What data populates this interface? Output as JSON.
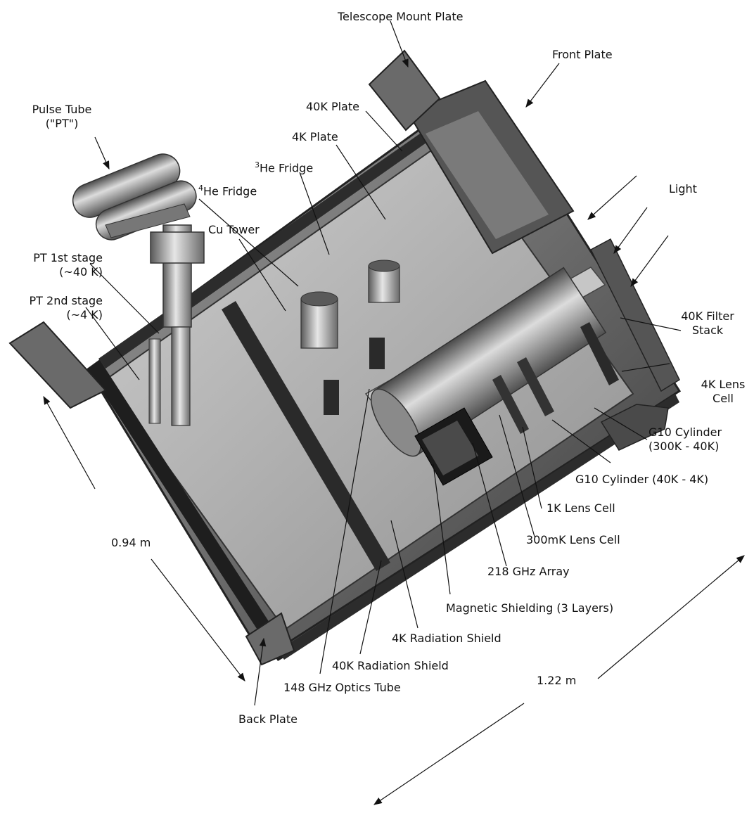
{
  "labels": {
    "telescope_mount_plate": "Telescope Mount Plate",
    "front_plate": "Front Plate",
    "pulse_tube_l1": "Pulse Tube",
    "pulse_tube_l2": "(\"PT\")",
    "plate_40k": "40K Plate",
    "plate_4k": "4K Plate",
    "he3_sup": "3",
    "he3_fridge": "He Fridge",
    "he4_sup": "4",
    "he4_fridge": "He Fridge",
    "light": "Light",
    "cu_tower": "Cu Tower",
    "pt1_l1": "PT 1st stage",
    "pt1_l2": "(~40 K)",
    "pt2_l1": "PT 2nd stage",
    "pt2_l2": "(~4 K)",
    "filter_l1": "40K  Filter",
    "filter_l2": "Stack",
    "lens4k_l1": "4K Lens",
    "lens4k_l2": "Cell",
    "g10a_l1": "G10 Cylinder",
    "g10a_l2": "(300K - 40K)",
    "g10b": "G10 Cylinder (40K - 4K)",
    "lens1k": "1K Lens Cell",
    "lens300mk": "300mK Lens Cell",
    "dim_094": "0.94 m",
    "array218": "218 GHz Array",
    "mag_shield": "Magnetic Shielding (3 Layers)",
    "rad4k": "4K Radiation Shield",
    "rad40k": "40K Radiation Shield",
    "dim_122": "1.22 m",
    "optics148": "148 GHz Optics Tube",
    "back_plate": "Back Plate"
  }
}
